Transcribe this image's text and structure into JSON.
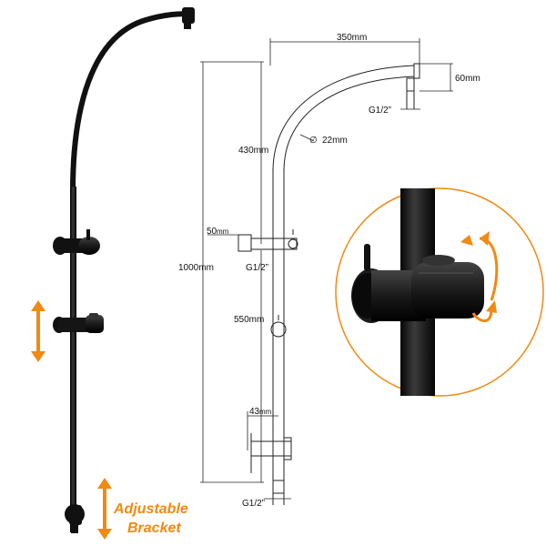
{
  "dimensions": {
    "arm_reach": "350mm",
    "arm_drop": "60mm",
    "top_thread": "G1/2”",
    "pipe_diameter": "22mm",
    "diameter_symbol": "∅",
    "arc_height": "430mm",
    "wall_offset_value": "50",
    "wall_offset_unit": "mm",
    "mid_thread": "G1/2”",
    "overall_height": "1000mm",
    "bracket_span": "550mm",
    "bottom_offset_value": "43",
    "bottom_offset_unit": "mm",
    "bottom_thread": "G1/2”"
  },
  "callout": {
    "line1": "Adjustable",
    "line2": "Bracket"
  },
  "colors": {
    "product": "#111111",
    "accent": "#f08a12",
    "dimension_line": "#222222"
  },
  "icons": {
    "slide_arrow": "up-down-arrow-icon",
    "rotate_arrow": "rotate-arrows-icon"
  }
}
